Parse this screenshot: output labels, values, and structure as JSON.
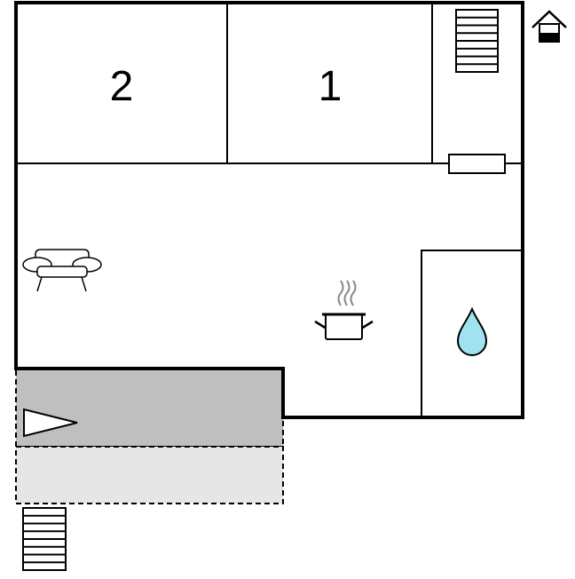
{
  "plan": {
    "rooms": [
      {
        "id": "bedroom-2",
        "label": "2"
      },
      {
        "id": "bedroom-1",
        "label": "1"
      }
    ],
    "icons": [
      "entrance-house-icon",
      "staircase-icon",
      "radiator-icon",
      "sofa-icon",
      "cooking-pot-icon",
      "water-drop-icon",
      "entrance-arrow-icon",
      "outdoor-staircase-icon"
    ],
    "colors": {
      "wall": "#000000",
      "terrace": "#bfbfbf",
      "terrace_extension": "#e6e6e6",
      "water_drop": "#9fe3f0",
      "steam": "#888888"
    }
  }
}
